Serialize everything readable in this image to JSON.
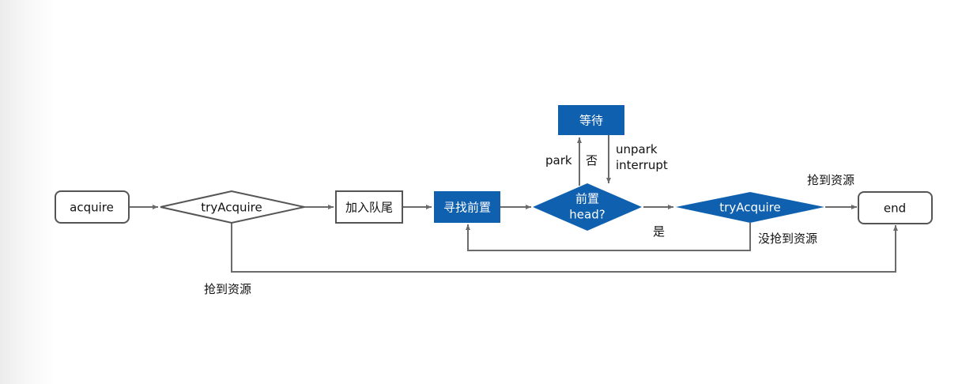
{
  "colors": {
    "accent": "#1060b0",
    "line": "#6b6b6b",
    "outline": "#555555",
    "text_dark": "#111111",
    "text_light": "#ffffff"
  },
  "nodes": {
    "acquire": "acquire",
    "try_acquire_1": "tryAcquire",
    "enqueue_tail": "加入队尾",
    "find_predecessor": "寻找前置",
    "pred_is_head_line1": "前置",
    "pred_is_head_line2": "head?",
    "wait": "等待",
    "try_acquire_2": "tryAcquire",
    "end": "end"
  },
  "edge_labels": {
    "park": "park",
    "no": "否",
    "unpark": "unpark",
    "interrupt": "interrupt",
    "yes": "是",
    "got_resource_top": "抢到资源",
    "not_got_resource": "没抢到资源",
    "got_resource_bottom": "抢到资源"
  }
}
